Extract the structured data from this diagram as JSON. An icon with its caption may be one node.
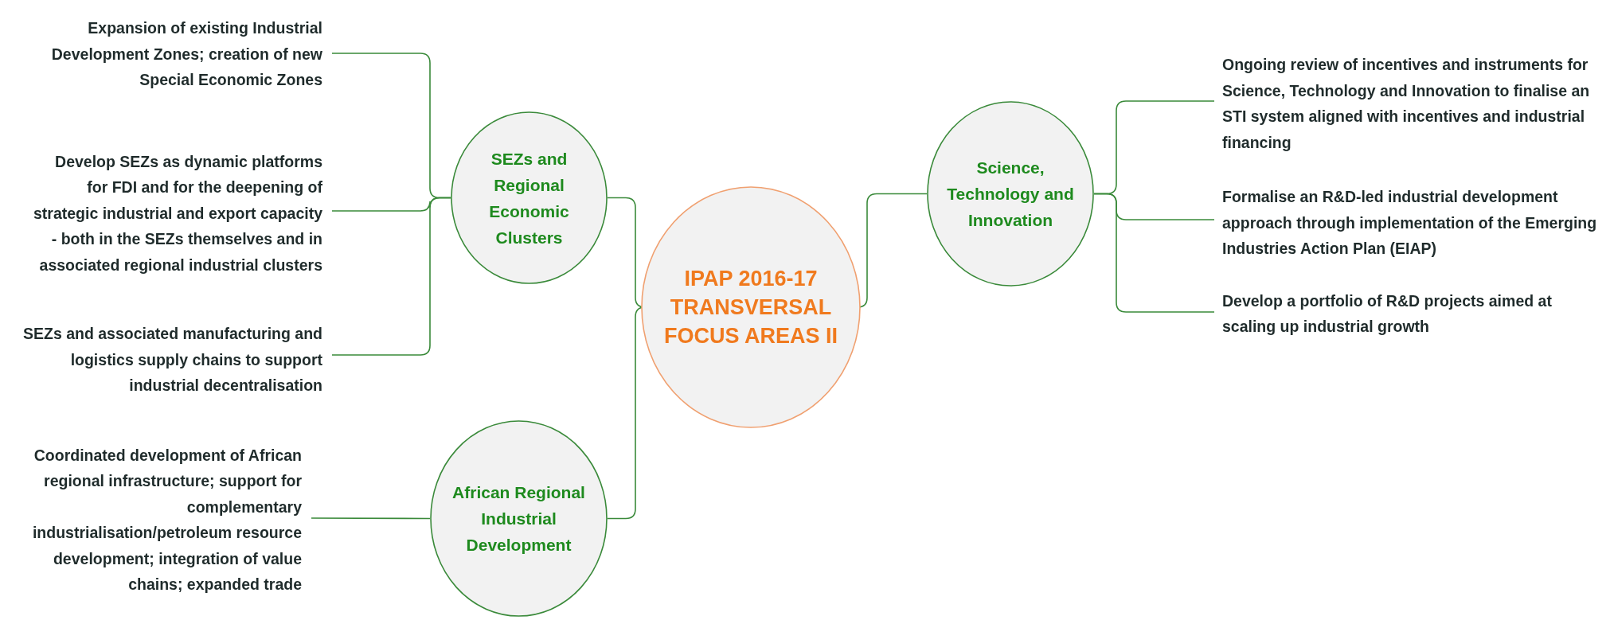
{
  "diagram": {
    "nodes": [
      {
        "text": [
          "IPAP 2016-17 TRANSVERSAL FOCUS AREAS II"
        ]
      },
      {
        "text": [
          "SEZs and Regional Economic Clusters"
        ]
      },
      {
        "text": [
          "African Regional Industrial Development"
        ]
      },
      {
        "text": [
          "Science, Technology and Innovation"
        ]
      },
      {
        "text": [
          "Expansion of existing Industrial Development Zones; creation of new Special Economic Zones"
        ]
      },
      {
        "text": [
          "Develop SEZs as dynamic platforms for FDI and for the deepening of strategic industrial and export capacity - both in the SEZs themselves and in associated regional industrial clusters"
        ]
      },
      {
        "text": [
          "SEZs and associated manufacturing and logistics supply chains to support industrial decentralisation"
        ]
      },
      {
        "text": [
          "Coordinated development of African regional infrastructure; support for complementary industrialisation/petroleum resource development; integration of value chains; expanded trade"
        ]
      },
      {
        "text": [
          "Ongoing review of incentives and instruments for Science, Technology and Innovation to finalise an STI system aligned with incentives and industrial financing"
        ]
      },
      {
        "text": [
          "Formalise an R&D-led industrial development approach through implementation of the Emerging Industries Action Plan (EIAP)"
        ]
      },
      {
        "text": [
          "Develop a portfolio of R&D projects aimed at scaling up industrial growth"
        ]
      }
    ],
    "edges": [
      {
        "from": 0,
        "to": 1,
        "arrow": "none"
      },
      {
        "from": 0,
        "to": 2,
        "arrow": "none"
      },
      {
        "from": 0,
        "to": 3,
        "arrow": "none"
      },
      {
        "from": 1,
        "to": 4,
        "arrow": "none"
      },
      {
        "from": 1,
        "to": 5,
        "arrow": "none"
      },
      {
        "from": 1,
        "to": 6,
        "arrow": "none"
      },
      {
        "from": 2,
        "to": 7,
        "arrow": "none"
      },
      {
        "from": 3,
        "to": 8,
        "arrow": "none"
      },
      {
        "from": 3,
        "to": 9,
        "arrow": "none"
      },
      {
        "from": 3,
        "to": 10,
        "arrow": "none"
      }
    ]
  }
}
